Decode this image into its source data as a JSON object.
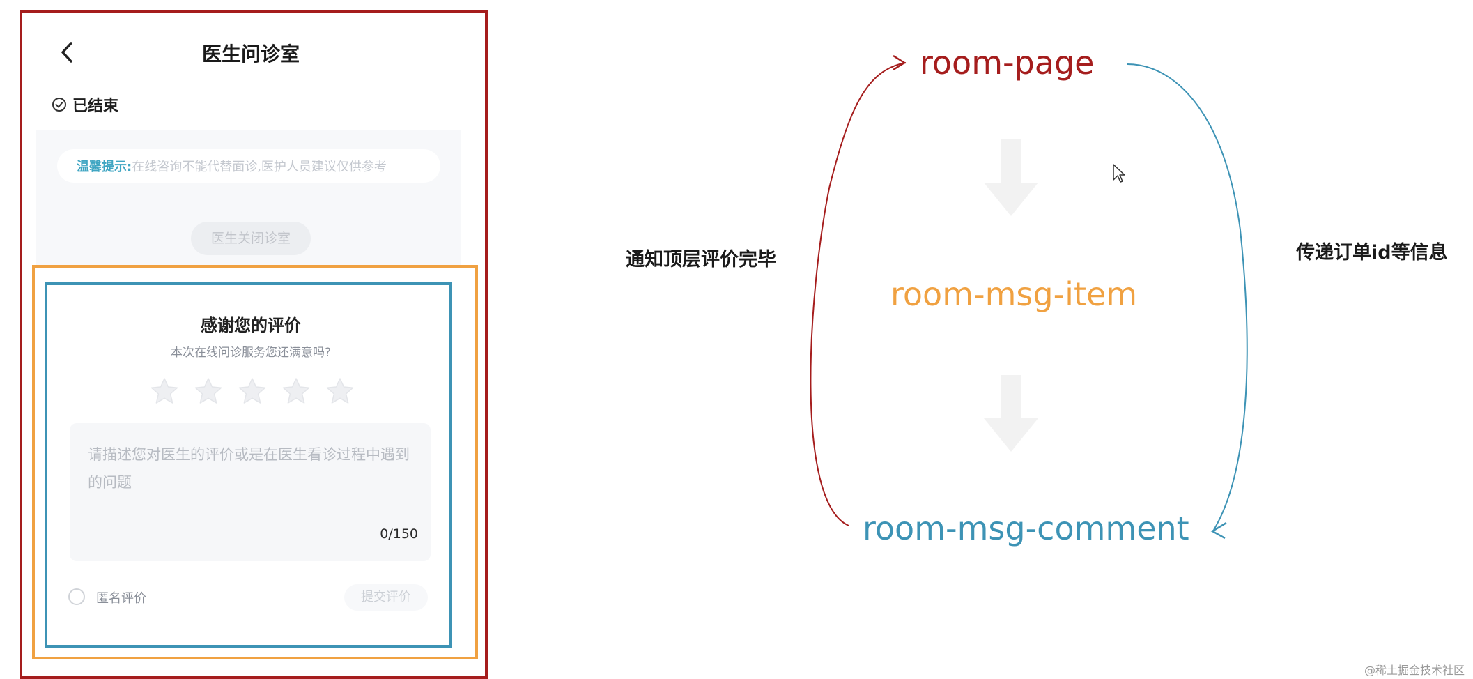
{
  "colors": {
    "red": "#a51d1d",
    "orange": "#f0a141",
    "blue": "#3d93b5",
    "teal_label": "#3fa5c2"
  },
  "phone": {
    "title": "医生问诊室",
    "back_icon": "chevron-left-icon",
    "status": {
      "icon": "check-circle-icon",
      "text": "已结束"
    },
    "tip": {
      "label": "温馨提示:",
      "text": "在线咨询不能代替面诊,医护人员建议仅供参考"
    },
    "close_room_button": "医生关闭诊室",
    "evaluation": {
      "title": "感谢您的评价",
      "subtitle": "本次在线问诊服务您还满意吗?",
      "stars_total": 5,
      "stars_selected": 0,
      "comment_placeholder": "请描述您对医生的评价或是在医生看诊过程中遇到的问题",
      "char_count": "0/150",
      "anonymous_label": "匿名评价",
      "submit_button": "提交评价"
    }
  },
  "diagram": {
    "nodes": {
      "top": "room-page",
      "middle": "room-msg-item",
      "bottom": "room-msg-comment"
    },
    "note_left": "通知顶层评价完毕",
    "note_right": "传递订单id等信息"
  },
  "watermark": "@稀土掘金技术社区"
}
